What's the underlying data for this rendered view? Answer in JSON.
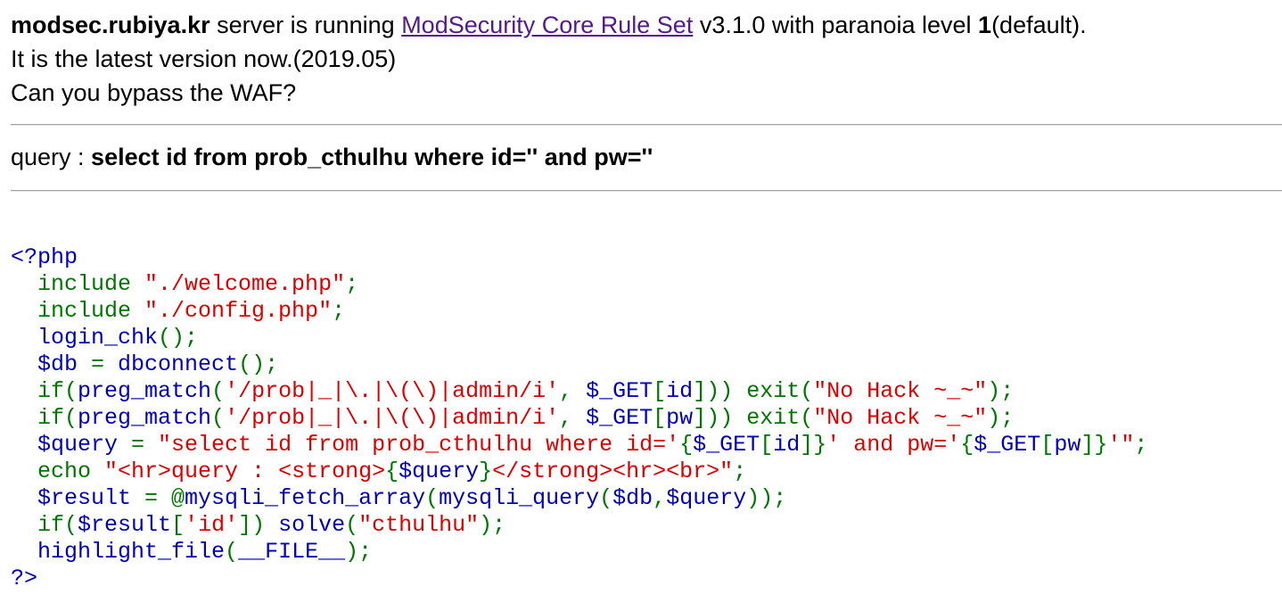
{
  "intro": {
    "host": "modsec.rubiya.kr",
    "t1": " server is running ",
    "link": "ModSecurity Core Rule Set",
    "t2": " v3.1.0 with paranoia level ",
    "level": "1",
    "t3": "(default).",
    "line2": "It is the latest version now.(2019.05)",
    "line3": "Can you bypass the WAF?"
  },
  "query": {
    "label": "query : ",
    "sql": "select id from prob_cthulhu where id='' and pw=''"
  },
  "code": [
    [
      {
        "c": "def",
        "t": "<?php"
      }
    ],
    [
      {
        "c": "kw",
        "t": "  include "
      },
      {
        "c": "str",
        "t": "\"./welcome.php\""
      },
      {
        "c": "kw",
        "t": ";"
      }
    ],
    [
      {
        "c": "kw",
        "t": "  include "
      },
      {
        "c": "str",
        "t": "\"./config.php\""
      },
      {
        "c": "kw",
        "t": ";"
      }
    ],
    [
      {
        "c": "def",
        "t": "  login_chk"
      },
      {
        "c": "kw",
        "t": "();"
      }
    ],
    [
      {
        "c": "def",
        "t": "  $db "
      },
      {
        "c": "kw",
        "t": "= "
      },
      {
        "c": "def",
        "t": "dbconnect"
      },
      {
        "c": "kw",
        "t": "();"
      }
    ],
    [
      {
        "c": "kw",
        "t": "  if("
      },
      {
        "c": "def",
        "t": "preg_match"
      },
      {
        "c": "kw",
        "t": "("
      },
      {
        "c": "str",
        "t": "'/prob|_|\\.|\\(\\)|admin/i'"
      },
      {
        "c": "kw",
        "t": ", "
      },
      {
        "c": "def",
        "t": "$_GET"
      },
      {
        "c": "kw",
        "t": "["
      },
      {
        "c": "def",
        "t": "id"
      },
      {
        "c": "kw",
        "t": "])) exit("
      },
      {
        "c": "str",
        "t": "\"No Hack ~_~\""
      },
      {
        "c": "kw",
        "t": ");"
      }
    ],
    [
      {
        "c": "kw",
        "t": "  if("
      },
      {
        "c": "def",
        "t": "preg_match"
      },
      {
        "c": "kw",
        "t": "("
      },
      {
        "c": "str",
        "t": "'/prob|_|\\.|\\(\\)|admin/i'"
      },
      {
        "c": "kw",
        "t": ", "
      },
      {
        "c": "def",
        "t": "$_GET"
      },
      {
        "c": "kw",
        "t": "["
      },
      {
        "c": "def",
        "t": "pw"
      },
      {
        "c": "kw",
        "t": "])) exit("
      },
      {
        "c": "str",
        "t": "\"No Hack ~_~\""
      },
      {
        "c": "kw",
        "t": ");"
      }
    ],
    [
      {
        "c": "def",
        "t": "  $query "
      },
      {
        "c": "kw",
        "t": "= "
      },
      {
        "c": "str",
        "t": "\"select id from prob_cthulhu where id='"
      },
      {
        "c": "kw",
        "t": "{"
      },
      {
        "c": "def",
        "t": "$_GET"
      },
      {
        "c": "kw",
        "t": "["
      },
      {
        "c": "def",
        "t": "id"
      },
      {
        "c": "kw",
        "t": "]}"
      },
      {
        "c": "str",
        "t": "' and pw='"
      },
      {
        "c": "kw",
        "t": "{"
      },
      {
        "c": "def",
        "t": "$_GET"
      },
      {
        "c": "kw",
        "t": "["
      },
      {
        "c": "def",
        "t": "pw"
      },
      {
        "c": "kw",
        "t": "]}"
      },
      {
        "c": "str",
        "t": "'\""
      },
      {
        "c": "kw",
        "t": ";"
      }
    ],
    [
      {
        "c": "kw",
        "t": "  echo "
      },
      {
        "c": "str",
        "t": "\"<hr>query : <strong>"
      },
      {
        "c": "kw",
        "t": "{"
      },
      {
        "c": "def",
        "t": "$query"
      },
      {
        "c": "kw",
        "t": "}"
      },
      {
        "c": "str",
        "t": "</strong><hr><br>\""
      },
      {
        "c": "kw",
        "t": ";"
      }
    ],
    [
      {
        "c": "def",
        "t": "  $result "
      },
      {
        "c": "kw",
        "t": "= @"
      },
      {
        "c": "def",
        "t": "mysqli_fetch_array"
      },
      {
        "c": "kw",
        "t": "("
      },
      {
        "c": "def",
        "t": "mysqli_query"
      },
      {
        "c": "kw",
        "t": "("
      },
      {
        "c": "def",
        "t": "$db"
      },
      {
        "c": "kw",
        "t": ","
      },
      {
        "c": "def",
        "t": "$query"
      },
      {
        "c": "kw",
        "t": "));"
      }
    ],
    [
      {
        "c": "kw",
        "t": "  if("
      },
      {
        "c": "def",
        "t": "$result"
      },
      {
        "c": "kw",
        "t": "["
      },
      {
        "c": "str",
        "t": "'id'"
      },
      {
        "c": "kw",
        "t": "]) "
      },
      {
        "c": "def",
        "t": "solve"
      },
      {
        "c": "kw",
        "t": "("
      },
      {
        "c": "str",
        "t": "\"cthulhu\""
      },
      {
        "c": "kw",
        "t": ");"
      }
    ],
    [
      {
        "c": "def",
        "t": "  highlight_file"
      },
      {
        "c": "kw",
        "t": "("
      },
      {
        "c": "def",
        "t": "__FILE__"
      },
      {
        "c": "kw",
        "t": ");"
      }
    ],
    [
      {
        "c": "def",
        "t": "?>"
      }
    ]
  ],
  "colors": {
    "keyword": "#007700",
    "default": "#0000bb",
    "string": "#dd0000",
    "link": "#551a8b"
  }
}
